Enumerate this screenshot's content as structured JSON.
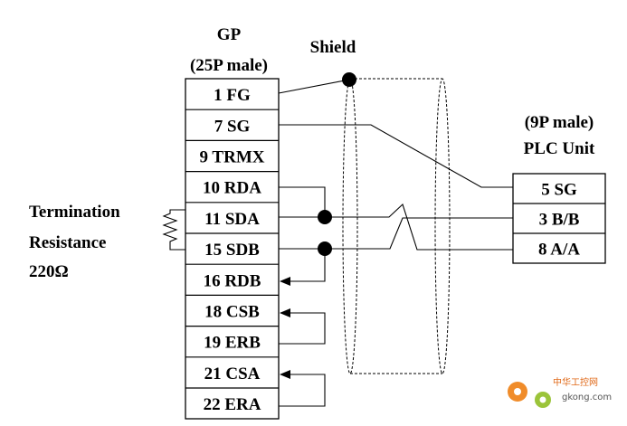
{
  "gp": {
    "title": "GP",
    "subtitle": "(25P male)",
    "pins": [
      "1   FG",
      "7   SG",
      "9 TRMX",
      "10 RDA",
      "11 SDA",
      "15 SDB",
      "16 RDB",
      "18 CSB",
      "19 ERB",
      "21 CSA",
      "22 ERA"
    ]
  },
  "plc": {
    "line1": "(9P male)",
    "line2": "PLC Unit",
    "pins": [
      "5 SG",
      "3 B/B",
      "8 A/A"
    ]
  },
  "shield": {
    "label": "Shield"
  },
  "termination": {
    "line1": "Termination",
    "line2": "Resistance",
    "line3": "220Ω"
  },
  "watermark": {
    "text": "中华工控网",
    "url": "gkong.com"
  }
}
